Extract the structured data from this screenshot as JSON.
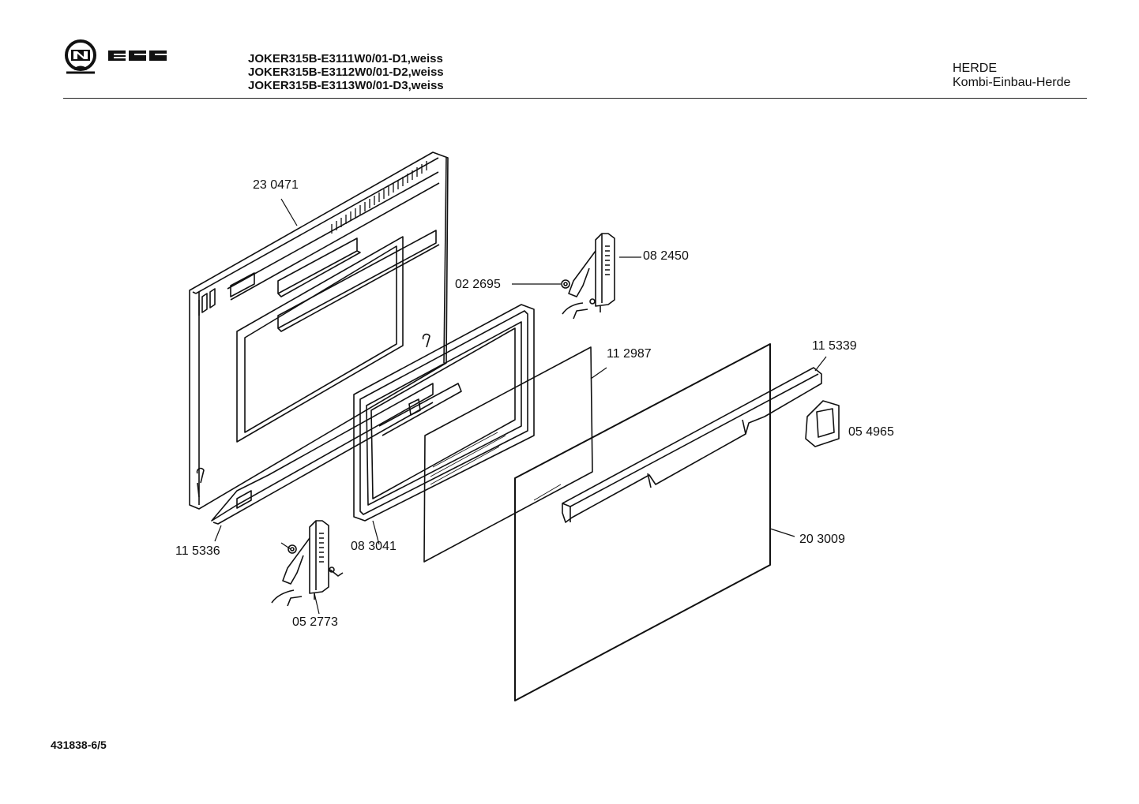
{
  "header": {
    "brand": "NEFF",
    "models": [
      "JOKER315B-E3111W0/01-D1,weiss",
      "JOKER315B-E3112W0/01-D2,weiss",
      "JOKER315B-E3113W0/01-D3,weiss"
    ],
    "category": "HERDE",
    "subcategory": "Kombi-Einbau-Herde"
  },
  "parts": {
    "p230471": "23 0471",
    "p082450": "08 2450",
    "p022695": "02 2695",
    "p112987": "11 2987",
    "p115339": "11 5339",
    "p054965": "05 4965",
    "p203009": "20 3009",
    "p115336": "11 5336",
    "p083041": "08 3041",
    "p052773": "05 2773"
  },
  "footer": {
    "doc_number": "431838-6/5"
  }
}
